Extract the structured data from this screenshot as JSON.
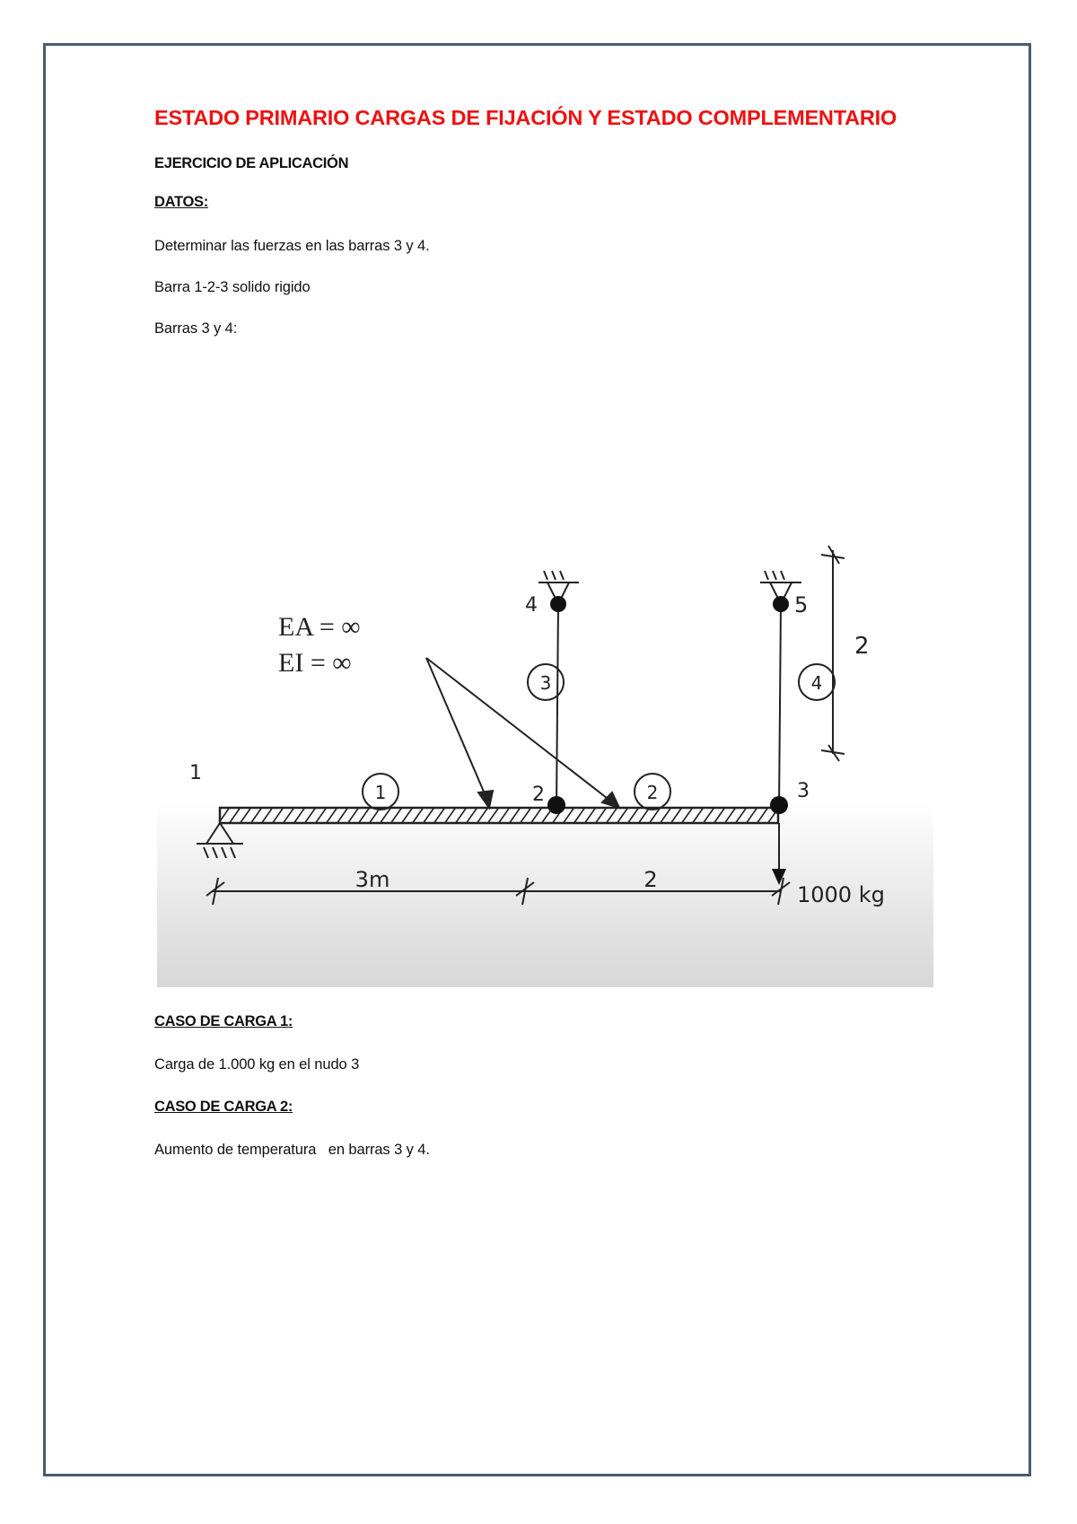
{
  "document": {
    "title": "ESTADO PRIMARIO CARGAS DE FIJACIÓN Y ESTADO COMPLEMENTARIO",
    "subtitle": "EJERCICIO DE APLICACIÓN",
    "datos": {
      "heading": "DATOS:",
      "lines": [
        "Determinar las fuerzas en las barras 3 y 4.",
        "Barra 1-2-3 solido rigido",
        "Barras 3 y 4:"
      ]
    },
    "caso1": {
      "heading": "CASO DE CARGA 1:",
      "text": "Carga de 1.000 kg en el nudo 3"
    },
    "caso2": {
      "heading": "CASO DE CARGA 2:",
      "text": "Aumento de temperatura   en barras 3 y 4."
    }
  },
  "figure": {
    "property_labels": [
      "EA = ∞",
      "EI =  ∞"
    ],
    "node_labels": [
      "1",
      "2",
      "3",
      "4",
      "5"
    ],
    "bar_labels": [
      "1",
      "2",
      "3",
      "4"
    ],
    "load_label": "1000 kg",
    "dimensions": {
      "span_1": "3m",
      "span_2": "2",
      "height": "2"
    }
  },
  "colors": {
    "title": "#ee1111",
    "border": "#4a5a72"
  }
}
